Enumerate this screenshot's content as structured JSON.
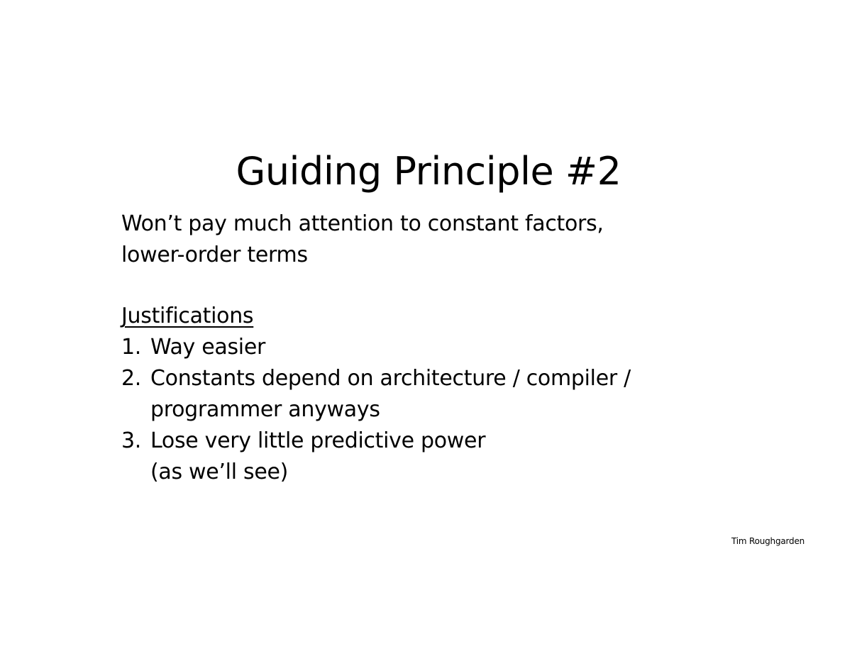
{
  "slide": {
    "title": "Guiding Principle #2",
    "intro_lines": [
      "Won’t pay much attention to constant factors,",
      "lower-order terms"
    ],
    "justifications_heading": "Justifications",
    "justifications": [
      {
        "number": "1.",
        "lines": [
          "Way easier"
        ]
      },
      {
        "number": "2.",
        "lines": [
          "Constants depend on architecture / compiler /",
          "programmer anyways"
        ]
      },
      {
        "number": "3.",
        "lines": [
          "Lose very little predictive power",
          "(as we’ll see)"
        ]
      }
    ],
    "author": "Tim Roughgarden"
  }
}
